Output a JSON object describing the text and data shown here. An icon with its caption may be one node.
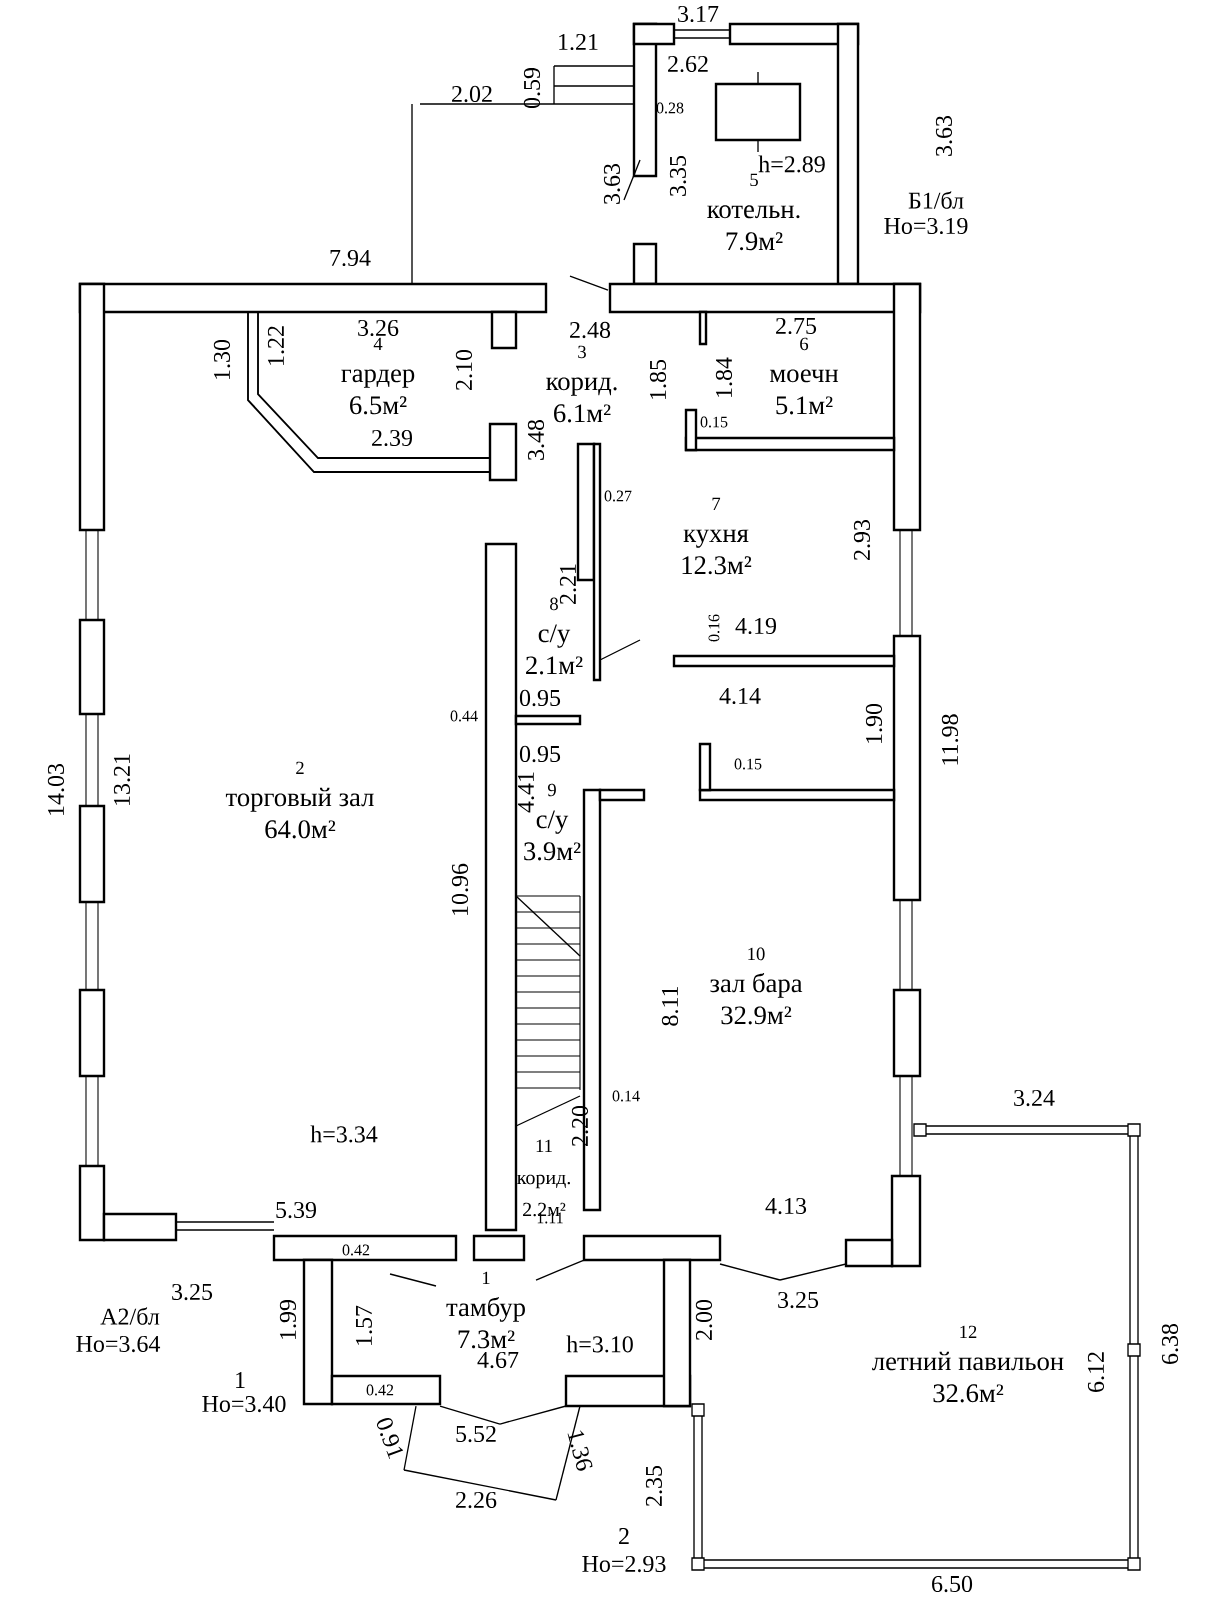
{
  "diagram": {
    "nodes": [
      {
        "text": [
          "1",
          "тамбур",
          "7.3м²"
        ]
      },
      {
        "text": [
          "2",
          "торговый зал",
          "64.0м²"
        ]
      },
      {
        "text": [
          "3",
          "корид.",
          "6.1м²"
        ]
      },
      {
        "text": [
          "4",
          "гардер",
          "6.5м²"
        ]
      },
      {
        "text": [
          "5",
          "котельн.",
          "7.9м²"
        ]
      },
      {
        "text": [
          "6",
          "моечн",
          "5.1м²"
        ]
      },
      {
        "text": [
          "7",
          "кухня",
          "12.3м²"
        ]
      },
      {
        "text": [
          "8",
          "с/у",
          "2.1м²"
        ]
      },
      {
        "text": [
          "9",
          "с/у",
          "3.9м²"
        ]
      },
      {
        "text": [
          "10",
          "зал бара",
          "32.9м²"
        ]
      },
      {
        "text": [
          "11",
          "корид.",
          "2.2м²"
        ]
      },
      {
        "text": [
          "12",
          "летний павильон",
          "32.6м²"
        ]
      }
    ],
    "labels": [
      "3.17",
      "1.21",
      "2.62",
      "0.59",
      "2.02",
      "0.28",
      "3.63",
      "h=2.89",
      "3.63",
      "3.35",
      "Б1/бл",
      "Но=3.19",
      "7.94",
      "3.26",
      "2.48",
      "2.75",
      "1.30",
      "1.22",
      "2.10",
      "1.85",
      "1.84",
      "0.15",
      "2.39",
      "3.48",
      "0.27",
      "2.93",
      "2.21",
      "0.16",
      "4.19",
      "0.95",
      "4.14",
      "0.44",
      "1.90",
      "11.98",
      "0.95",
      "0.15",
      "14.03",
      "13.21",
      "4.41",
      "10.96",
      "8.11",
      "0.14",
      "3.24",
      "2.20",
      "h=3.34",
      "1.11",
      "5.39",
      "4.13",
      "0.42",
      "3.25",
      "3.25",
      "А2/бл",
      "Но=3.64",
      "1.99",
      "1.57",
      "2.00",
      "h=3.10",
      "4.67",
      "6.38",
      "6.12",
      "1",
      "Но=3.40",
      "0.42",
      "0.91",
      "5.52",
      "1.36",
      "2.26",
      "2.35",
      "2",
      "Но=2.93",
      "6.50"
    ]
  }
}
